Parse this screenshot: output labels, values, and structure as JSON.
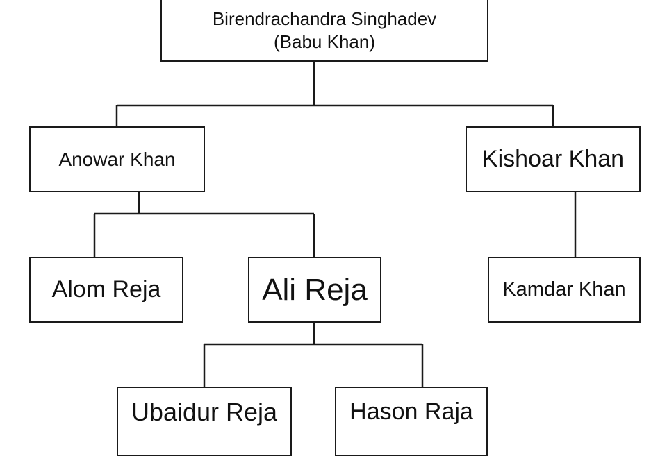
{
  "diagram": {
    "type": "family-tree",
    "nodes": {
      "root": {
        "line1": "Birendrachandra Singhadev",
        "line2": "(Babu Khan)"
      },
      "anowar": {
        "label": "Anowar Khan"
      },
      "kishoar": {
        "label": "Kishoar Khan"
      },
      "alom": {
        "label": "Alom Reja"
      },
      "ali": {
        "label": "Ali Reja"
      },
      "kamdar": {
        "label": "Kamdar Khan"
      },
      "ubaidur": {
        "label": "Ubaidur Reja"
      },
      "hason": {
        "label": "Hason Raja"
      }
    },
    "edges": [
      [
        "root",
        "anowar"
      ],
      [
        "root",
        "kishoar"
      ],
      [
        "anowar",
        "alom"
      ],
      [
        "anowar",
        "ali"
      ],
      [
        "kishoar",
        "kamdar"
      ],
      [
        "ali",
        "ubaidur"
      ],
      [
        "ali",
        "hason"
      ]
    ],
    "colors": {
      "line": "#1a1a1a",
      "box_border": "#1a1a1a",
      "background": "#ffffff",
      "text": "#111111"
    }
  }
}
